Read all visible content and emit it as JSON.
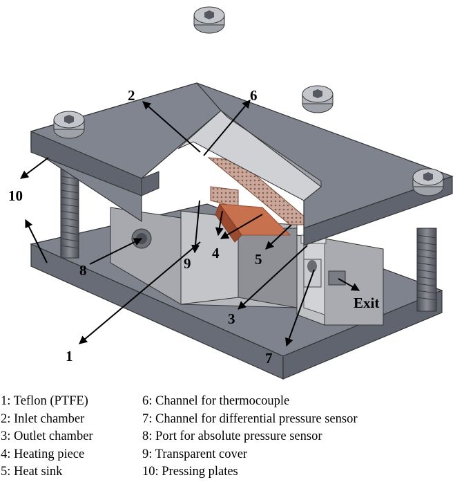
{
  "figure": {
    "callouts": [
      "1",
      "2",
      "3",
      "4",
      "5",
      "6",
      "7",
      "8",
      "9",
      "10",
      "10"
    ],
    "exit_label": "Exit",
    "colors": {
      "plate": "#7e838e",
      "plate_dark": "#5f646e",
      "body": "#b6b8bd",
      "body_dark": "#8e9096",
      "heater": "#c8714f",
      "heater_dark": "#9b4a30",
      "cover": "#cfd0d3"
    },
    "icons": [
      "hex-socket-bolt-icon",
      "threaded-rod-icon",
      "arrow-icon"
    ]
  },
  "legend": {
    "left": [
      "1: Teflon (PTFE)",
      "2: Inlet chamber",
      "3: Outlet chamber",
      "4: Heating piece",
      "5: Heat sink"
    ],
    "right": [
      "6: Channel for thermocouple",
      "7: Channel for differential pressure sensor",
      "8: Port for absolute pressure sensor",
      "9: Transparent cover",
      "10: Pressing plates"
    ]
  }
}
